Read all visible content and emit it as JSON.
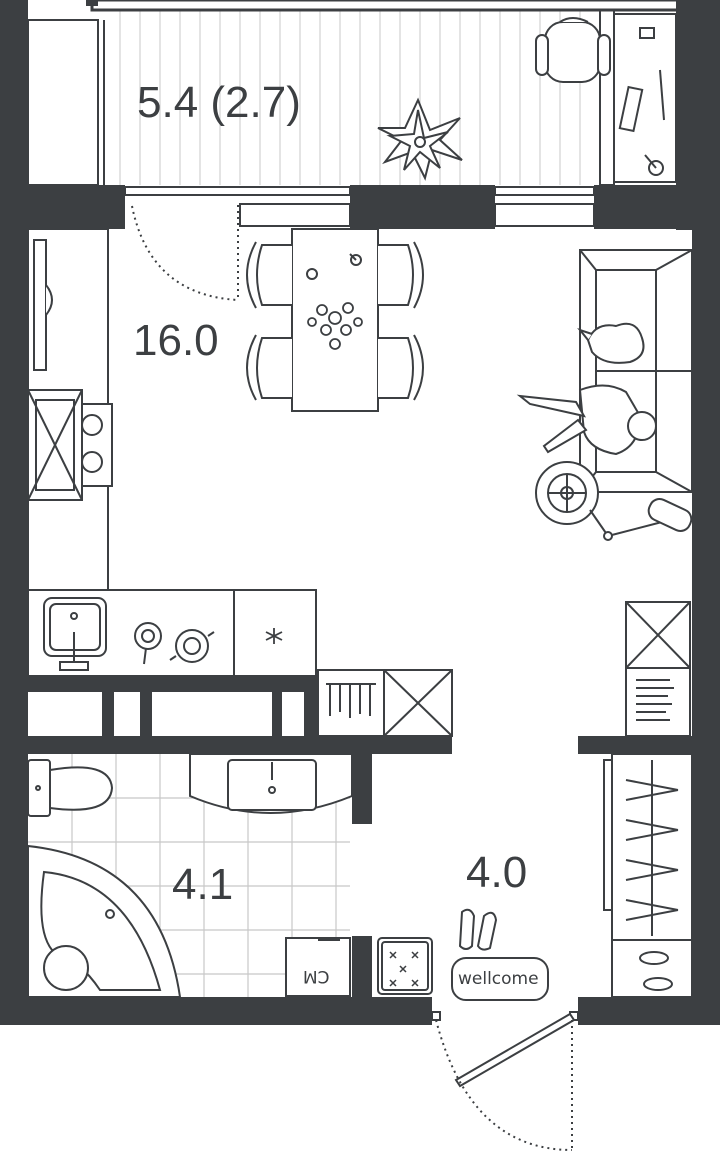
{
  "rooms": {
    "balcony": {
      "area": "5.4 (2.7)"
    },
    "living": {
      "area": "16.0"
    },
    "bathroom": {
      "area": "4.1"
    },
    "hall": {
      "area": "4.0"
    }
  },
  "labels": {
    "welcome_mat": "wellcome",
    "washing_machine": "CM"
  },
  "colors": {
    "wall": "#3c3f42",
    "line": "#3c3f42",
    "tile": "#c8c8c8",
    "background": "#ffffff"
  }
}
